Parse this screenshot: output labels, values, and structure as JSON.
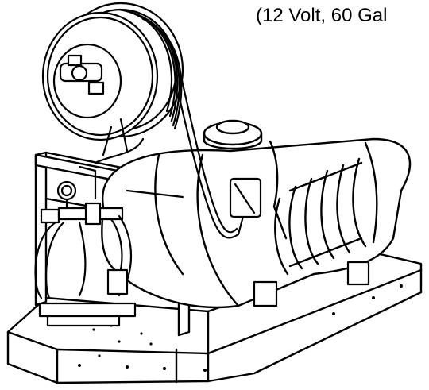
{
  "caption": "(12 Volt, 60 Gal",
  "illustration": {
    "subject": "sprayer-unit",
    "parts": [
      "hose-reel",
      "tank",
      "frame",
      "pump",
      "pressure-gauge",
      "skid-base"
    ]
  }
}
